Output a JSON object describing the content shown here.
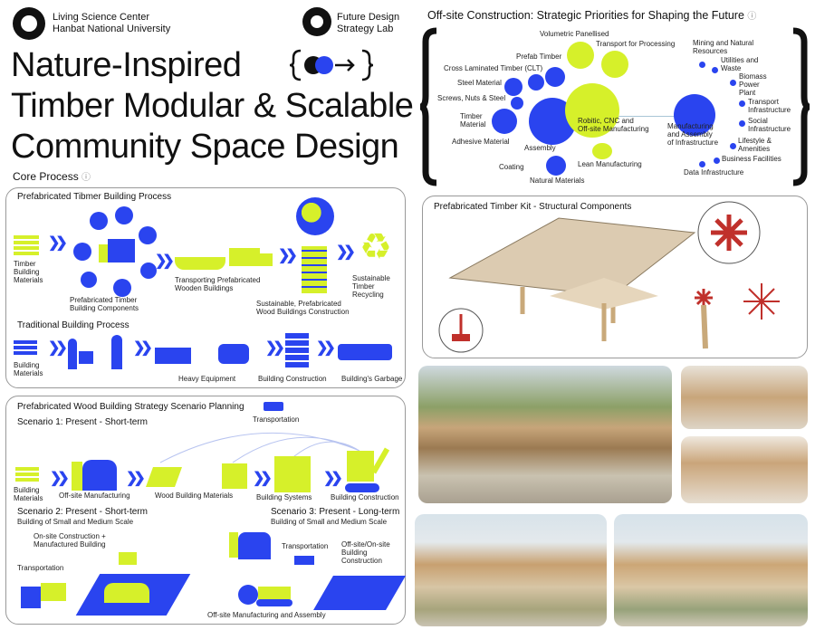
{
  "header": {
    "org_line1": "Living Science Center",
    "org_line2": "Hanbat National University",
    "lab_line1": "Future Design",
    "lab_line2": "Strategy Lab",
    "title_line1": "Nature-Inspired",
    "title_line2": "Timber Modular & Scalable",
    "title_line3": "Community Space Design"
  },
  "core_process": {
    "label": "Core Process",
    "info_icon": "ⓘ"
  },
  "prefab_process": {
    "title": "Prefabricated Tibmer Building Process",
    "steps": [
      "Timber\nBuilding\nMaterials",
      "Prefabricated Timber\nBuilding Components",
      "Transporting Prefabricated\nWooden Buildings",
      "Sustainable, Prefabricated\nWood Buildings Construction",
      "Sustainable\nTimber Recycling"
    ]
  },
  "traditional_process": {
    "title": "Traditional Building Process",
    "steps": [
      "Building\nMaterials",
      "Heavy Equipment",
      "Building Construction",
      "Building's Garbage"
    ]
  },
  "scenario_planning": {
    "title": "Prefabricated Wood Building Strategy Scenario Planning",
    "s1_title": "Scenario 1: Present - Short-term",
    "s1_transport": "Transportation",
    "s1_steps": [
      "Building\nMaterials",
      "Off-site Manufacturing",
      "Wood Building Materials",
      "Building Systems",
      "Building Construction"
    ],
    "s2_title": "Scenario 2: Present - Short-term",
    "s2_sub": "Building of Small and Medium Scale",
    "s2_onsite": "On-site Construction +\nManufactured Building",
    "s2_transport": "Transportation",
    "s3_title": "Scenario 3: Present - Long-term",
    "s3_sub": "Building of Small and Medium Scale",
    "s3_transport": "Transportation",
    "s3_offon": "Off-site/On-site\nBuilding\nConstruction",
    "s3_manuf": "Off-site Manufacturing and Assembly"
  },
  "offsite": {
    "title": "Off-site Construction: Strategic Priorities for Shaping the Future",
    "info_icon": "ⓘ",
    "left_labels": [
      "Volumetric Panellised",
      "Transport for Processing",
      "Prefab Timber",
      "Cross Laminated Timber (CLT)",
      "Steel Material",
      "Screws, Nuts & Steel",
      "Timber\nMaterial",
      "Adhesive Material",
      "Assembly",
      "Coating",
      "Natural Materials",
      "Robitic, CNC and\nOff-site Manufacturing",
      "Lean Manufacturing"
    ],
    "center_right": "Manufacturing\nand Assembly\nof Infrastructure",
    "right_labels": [
      "Mining and Natural\nResources",
      "Utilities and\nWaste",
      "Biomass\nPower\nPlant",
      "Transport\nInfrastructure",
      "Social\nInfrastructure",
      "Lifestyle &\nAmenities",
      "Business Facilities",
      "Data Infrastructure"
    ]
  },
  "kit": {
    "title": "Prefabricated Timber Kit - Structural Components"
  },
  "colors": {
    "blue": "#2a44ef",
    "lime": "#d6f02a"
  }
}
